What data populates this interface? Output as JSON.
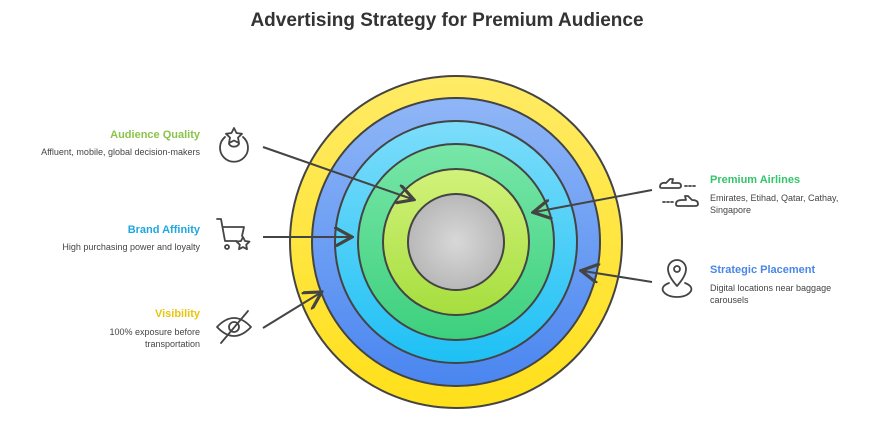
{
  "title": "Advertising Strategy for Premium Audience",
  "left": [
    {
      "label": "Audience Quality",
      "desc": "Affluent, mobile, global decision-makers",
      "color": "#8BC34A",
      "icon": "star-person-icon"
    },
    {
      "label": "Brand Affinity",
      "desc": "High purchasing power and loyalty",
      "color": "#1EA7E1",
      "icon": "cart-star-icon"
    },
    {
      "label": "Visibility",
      "desc": "100% exposure before transportation",
      "color": "#E8C60F",
      "icon": "eye-slash-icon"
    }
  ],
  "right": [
    {
      "label": "Premium Airlines",
      "desc": "Emirates, Etihad, Qatar, Cathay, Singapore",
      "color": "#34C46A",
      "icon": "airplanes-icon"
    },
    {
      "label": "Strategic Placement",
      "desc": "Digital locations near baggage carousels",
      "color": "#4A86E8",
      "icon": "location-pin-icon"
    }
  ]
}
